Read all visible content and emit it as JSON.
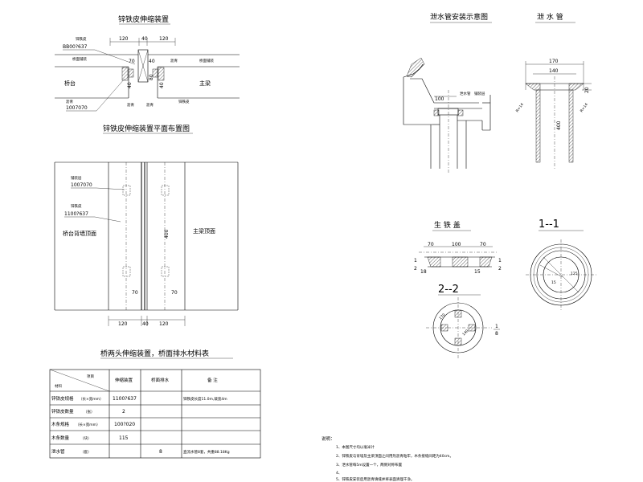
{
  "titles": {
    "expansion_device": "锌铁皮伸缩装置",
    "expansion_plan": "锌铁皮伸缩装置平面布置图",
    "drain_install": "泄水管安装示意图",
    "drain_pipe": "泄 水 管",
    "cast_iron_cover": "生 铁 盖",
    "section_11": "1--1",
    "section_22": "2--2",
    "table_title": "桥两头伸缩装置，桥面排水材料表"
  },
  "section_labels": {
    "abutment": "桥台",
    "main_beam": "主梁",
    "abutment_top": "桥台背墙顶面",
    "beam_top": "主梁顶面",
    "zinc_sheet": "锌铁皮",
    "zinc_sheet_dim": "1100?637",
    "zinc_sheet_dim2": "BB00?637",
    "wood_strip": "1007070",
    "asphalt": "沥青",
    "pavement": "桥面铺装",
    "drain_grate": "泄水管",
    "deck_pave": "铺装层"
  },
  "dims": {
    "d120": "120",
    "d40": "40",
    "d70": "70",
    "d80": "80",
    "d400": "400",
    "d100": "100",
    "d170": "170",
    "d140": "140",
    "d20": "20",
    "d18": "18",
    "d15": "15",
    "d15b": "15",
    "d125": "125",
    "d140b": "140",
    "d170b": "170",
    "r14": "R=14",
    "r14b": "R=14",
    "one": "1",
    "two": "2",
    "one_b": "1",
    "two_b": "2",
    "frac_num": "1",
    "frac_den": "8"
  },
  "table": {
    "header_corner_top": "项目",
    "header_corner_bottom": "材料",
    "columns": [
      "伸缩装置",
      "桥面排水",
      "备  注"
    ],
    "rows": [
      {
        "name": "锌铁皮规格",
        "unit": "（长×宽mm）",
        "c1": "1100?637",
        "c2": "",
        "note": "锌铁皮长度11.0m,裁宽4m"
      },
      {
        "name": "锌铁皮数量",
        "unit": "（张）",
        "c1": "2",
        "c2": "",
        "note": ""
      },
      {
        "name": "木条规格",
        "unit": "（长×宽mm）",
        "c1": "100?020",
        "c2": "",
        "note": ""
      },
      {
        "name": "木条数量",
        "unit": "（块）",
        "c1": "115",
        "c2": "",
        "note": ""
      },
      {
        "name": "泄水管",
        "unit": "（套）",
        "c1": "",
        "c2": "8",
        "note": "直流水管8套，共重88.18Kg"
      }
    ]
  },
  "notes": {
    "heading": "说明：",
    "items": [
      "1、本图尺寸均以毫米计",
      "2、锌铁皮与背墙及主梁顶面之间用热沥青粘牢，木条接缝间距为40cm。",
      "3、泄水管每5m设置一个，两侧对称布置",
      "4、",
      "5、锌铁皮安装后用沥青填缝并将表面清理干净。"
    ]
  }
}
